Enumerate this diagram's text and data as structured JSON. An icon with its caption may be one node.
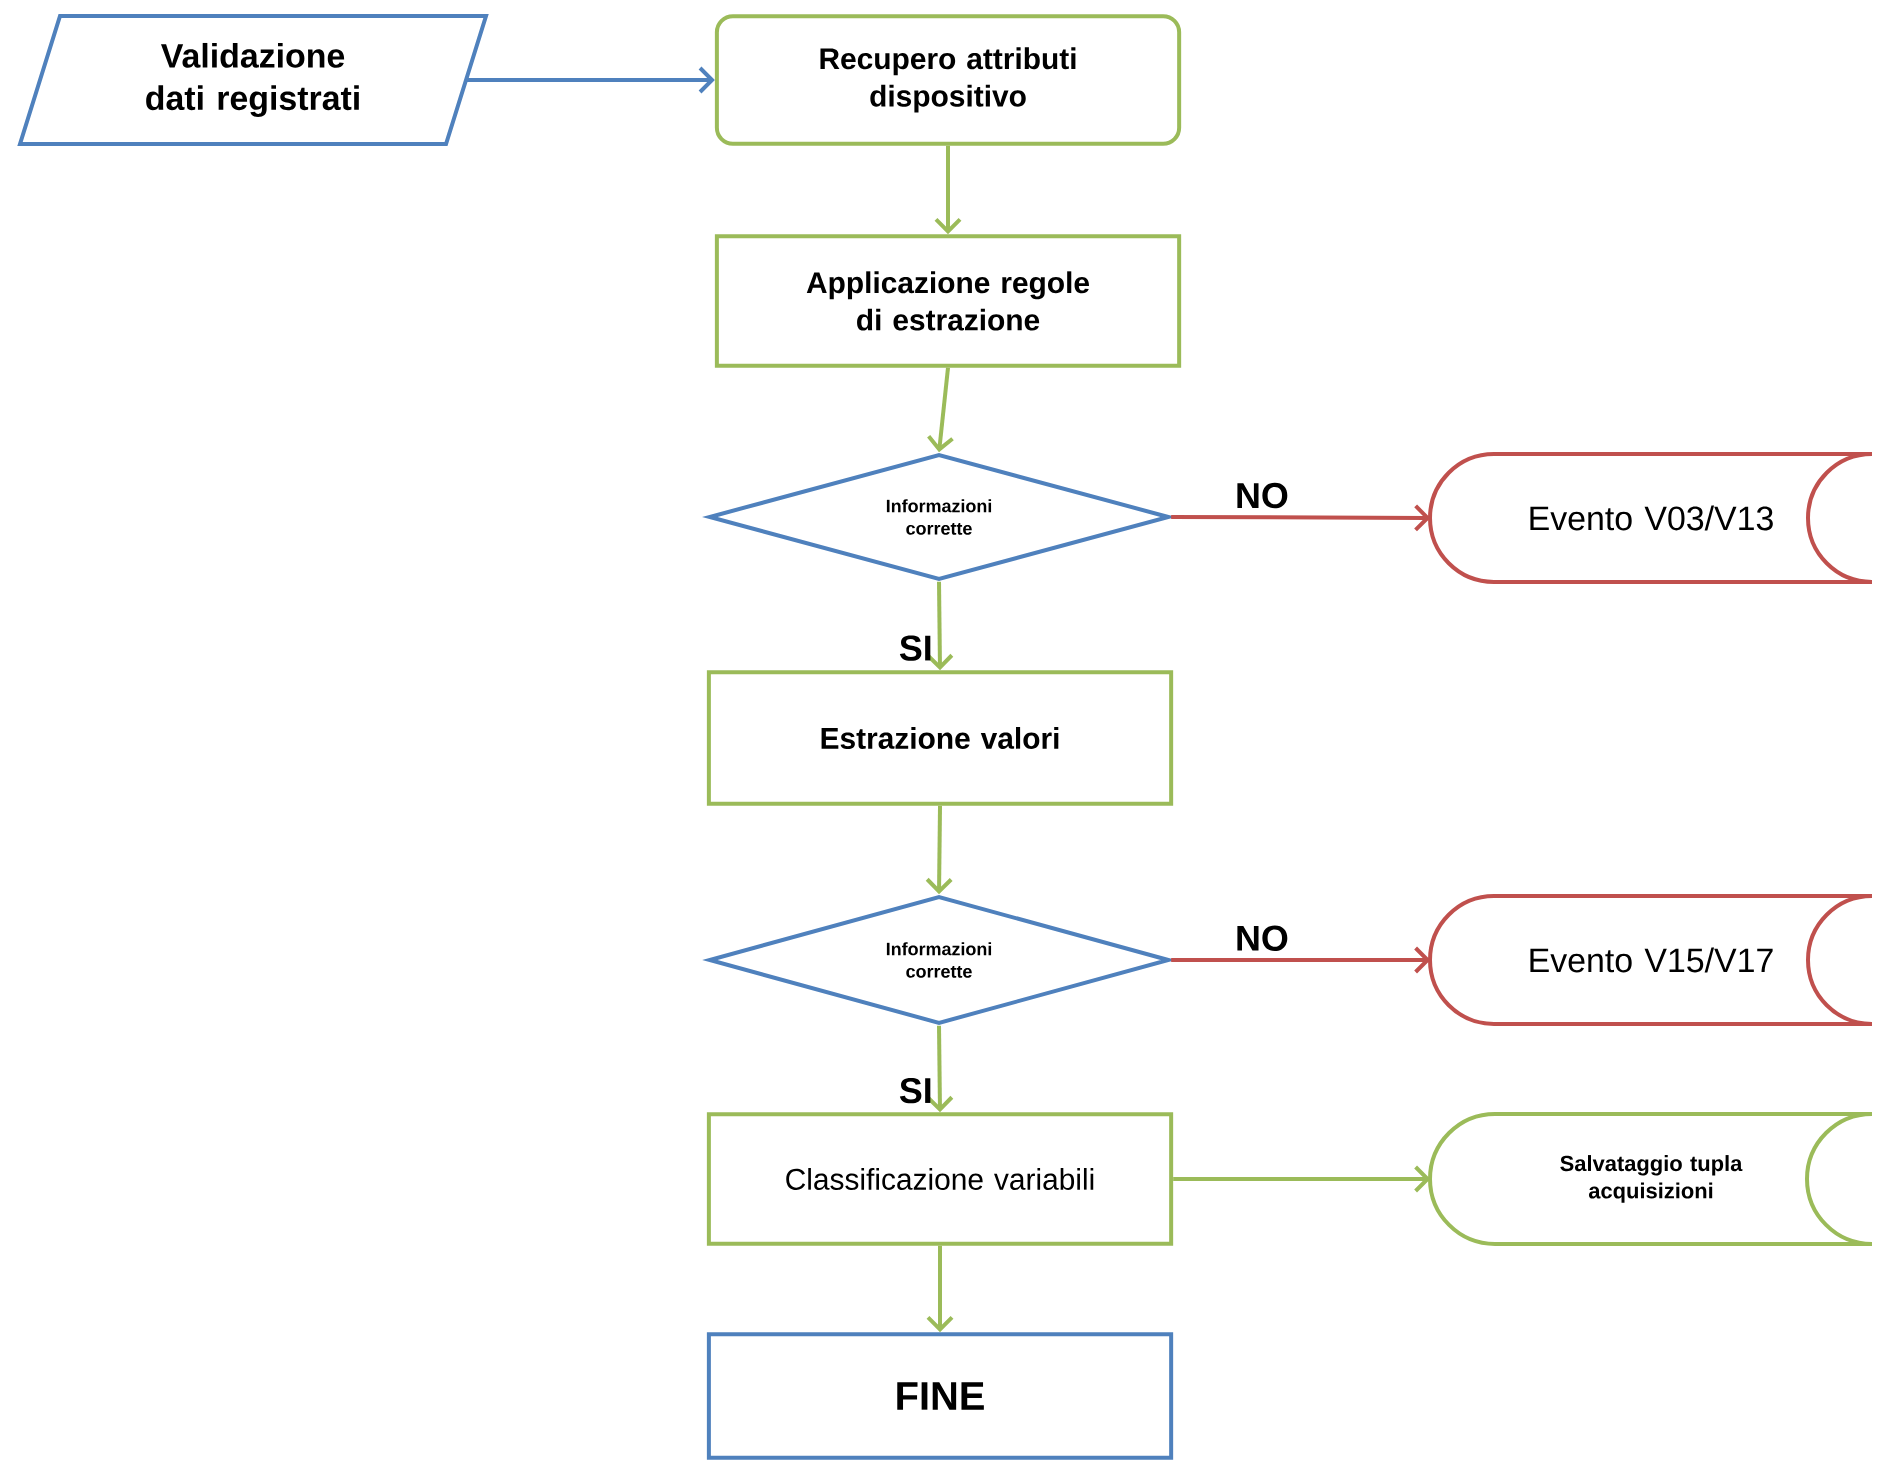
{
  "diagram": {
    "nodes": [
      {
        "text": [
          "Validazione dati registrati"
        ]
      },
      {
        "text": [
          "Recupero attributi dispositivo"
        ]
      },
      {
        "text": [
          "Applicazione regole di estrazione"
        ]
      },
      {
        "text": [
          "Informazioni corrette"
        ]
      },
      {
        "text": [
          "Evento V03/V13"
        ]
      },
      {
        "text": [
          "Estrazione valori"
        ]
      },
      {
        "text": [
          "Informazioni corrette"
        ]
      },
      {
        "text": [
          "Evento V15/V17"
        ]
      },
      {
        "text": [
          "Classificazione variabili"
        ]
      },
      {
        "text": [
          "Salvataggio tupla acquisizioni"
        ]
      },
      {
        "text": [
          "FINE"
        ]
      }
    ],
    "edges": [
      {
        "from": 0,
        "to": 1,
        "arrow": "to",
        "color": "#4f81bd"
      },
      {
        "from": 1,
        "to": 2,
        "arrow": "to"
      },
      {
        "from": 2,
        "to": 3,
        "arrow": "to"
      },
      {
        "from": 3,
        "to": 4,
        "arrow": "to",
        "label": "NO",
        "color": "#c0504d"
      },
      {
        "from": 3,
        "to": 5,
        "arrow": "to",
        "label": "SI"
      },
      {
        "from": 5,
        "to": 6,
        "arrow": "to"
      },
      {
        "from": 6,
        "to": 7,
        "arrow": "to",
        "label": "NO",
        "color": "#c0504d"
      },
      {
        "from": 6,
        "to": 8,
        "arrow": "to",
        "label": "SI"
      },
      {
        "from": 8,
        "to": 9,
        "arrow": "to"
      },
      {
        "from": 8,
        "to": 10,
        "arrow": "to"
      }
    ]
  }
}
